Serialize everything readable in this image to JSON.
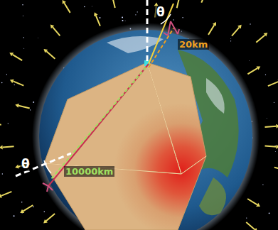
{
  "diagram": {
    "labels": [
      "θ",
      "20km",
      "θ",
      "10000km"
    ]
  }
}
